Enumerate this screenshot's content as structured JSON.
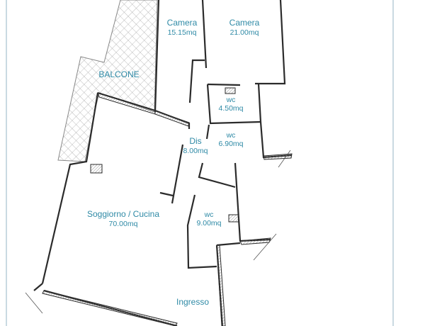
{
  "colors": {
    "label": "#2f8aa6",
    "wall": "#2b2b2b",
    "hatch": "#9a9a9a",
    "border": "#b9cdd8"
  },
  "rooms": [
    {
      "name": "Camera",
      "area": "15.15mq"
    },
    {
      "name": "Camera",
      "area": "21.00mq"
    },
    {
      "name": "BALCONE"
    },
    {
      "name": "WC",
      "area": "4.50mq"
    },
    {
      "name": "Dis",
      "area": "8.00mq"
    },
    {
      "name": "WC",
      "area": "6.90mq"
    },
    {
      "name": "Soggiorno / Cucina",
      "area": "70.00mq"
    },
    {
      "name": "WC",
      "area": "9.00mq"
    },
    {
      "name": "Ingresso"
    }
  ]
}
